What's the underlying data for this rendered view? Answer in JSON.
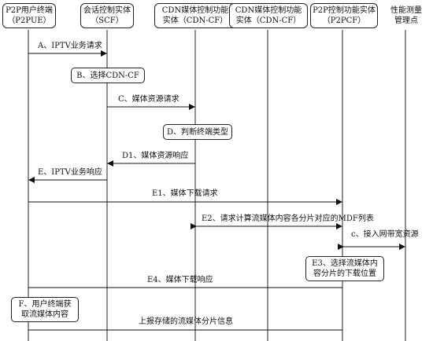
{
  "entities": [
    {
      "line1": "P2P用户终端",
      "line2": "（P2PUE）"
    },
    {
      "line1": "会话控制实体",
      "line2": "（SCF）"
    },
    {
      "line1": "CDN媒体控制功能",
      "line2": "实体（CDN-CF）"
    },
    {
      "line1": "CDN媒体控制功能",
      "line2": "实体（CDN-CF）"
    },
    {
      "line1": "P2P控制功能实体",
      "line2": "（P2PCF）"
    },
    {
      "line1": "性能测量",
      "line2": "管理点"
    }
  ],
  "notes": {
    "b": "B、选择CDN-CF",
    "d": "D、判断终端类型",
    "e3_line1": "E3、选择流媒体内",
    "e3_line2": "容分片的下载位置",
    "f_line1": "F、用户终端获",
    "f_line2": "取流媒体内容"
  },
  "messages": {
    "a": "A、IPTV业务请求",
    "c": "C、媒体资源请求",
    "d1": "D1、媒体资源响应",
    "e": "E、IPTV业务响应",
    "e1": "E1、媒体下载请求",
    "e2": "E2、请求计算流媒体内容各分片对应的MDF列表",
    "c_small": "c、接入网带宽资源",
    "e4": "E4、媒体下载响应",
    "report": "上报存储的流媒体分片信息"
  }
}
